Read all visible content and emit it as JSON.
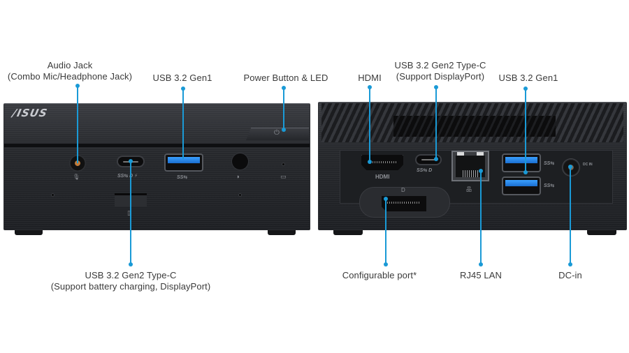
{
  "colors": {
    "accent_line": "#1a9ad6",
    "label_text": "#3a3a3a",
    "chassis": "#232529",
    "usb_blue": "#2f8fef"
  },
  "front": {
    "logo": "/ISUS",
    "labels": {
      "audio_jack": {
        "line1": "Audio Jack",
        "line2": "(Combo Mic/Headphone Jack)"
      },
      "usb_gen1": "USB 3.2 Gen1",
      "power": "Power Button & LED",
      "usb_c": {
        "line1": "USB 3.2 Gen2 Type-C",
        "line2": "(Support battery charging, DisplayPort)"
      }
    },
    "port_marks": {
      "usb_c_mark": "SS⇆ D ⚡",
      "usb_a_mark": "SS⇆",
      "audio_icon": "🎙",
      "ir_icon": "◗",
      "hdd_icon": "▭",
      "sd_icon": "▯",
      "power_icon": "⏻"
    }
  },
  "rear": {
    "labels": {
      "hdmi": "HDMI",
      "usb_c": {
        "line1": "USB 3.2 Gen2 Type-C",
        "line2": "(Support DisplayPort)"
      },
      "usb_gen1": "USB 3.2 Gen1",
      "configurable": "Configurable port*",
      "rj45": "RJ45 LAN",
      "dcin": "DC-in"
    },
    "port_marks": {
      "hdmi_text": "HDMI",
      "usb_c_mark": "SS⇆ D",
      "usb_a_mark_1": "SS⇆",
      "usb_a_mark_2": "SS⇆",
      "dp_icon": "D",
      "lan_icon": "品",
      "dc_text": "DC IN"
    }
  }
}
